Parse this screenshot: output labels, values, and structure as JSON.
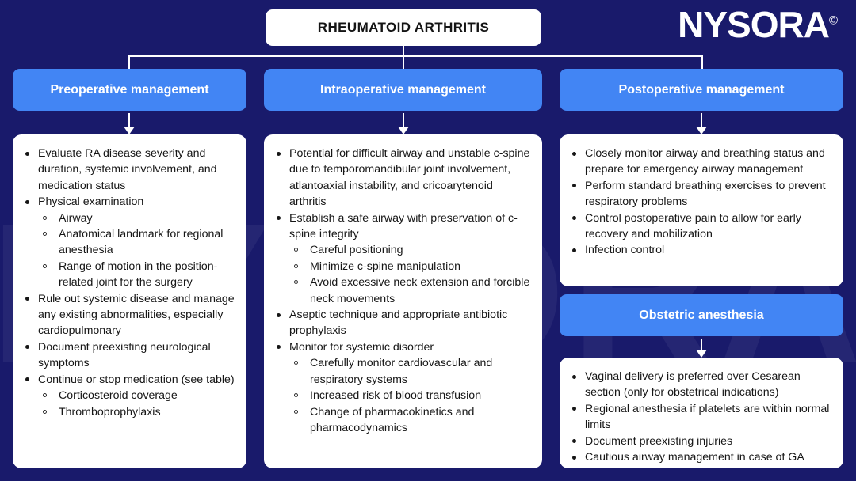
{
  "brand": {
    "name": "NYSORA",
    "copyright_mark": "©"
  },
  "watermark_text": "NYSORA",
  "root": {
    "title": "RHEUMATOID ARTHRITIS"
  },
  "colors": {
    "background": "#191a6b",
    "accent_blue": "#4285f4",
    "card": "#ffffff",
    "text": "#161616"
  },
  "columns": [
    {
      "header": "Preoperative management",
      "items": [
        {
          "text": "Evaluate RA disease severity and duration, systemic involvement, and medication status",
          "sub": []
        },
        {
          "text": "Physical examination",
          "sub": [
            "Airway",
            "Anatomical landmark for regional anesthesia",
            "Range of motion in the position-related joint for the surgery"
          ]
        },
        {
          "text": "Rule out systemic disease and manage any existing abnormalities, especially cardiopulmonary",
          "sub": []
        },
        {
          "text": "Document preexisting neurological symptoms",
          "sub": []
        },
        {
          "text": "Continue or stop medication (see table)",
          "sub": [
            "Corticosteroid coverage",
            "Thromboprophylaxis"
          ]
        }
      ]
    },
    {
      "header": "Intraoperative management",
      "items": [
        {
          "text": "Potential for difficult airway and unstable c-spine due to temporomandibular joint involvement, atlantoaxial instability, and cricoarytenoid arthritis",
          "sub": []
        },
        {
          "text": "Establish a safe airway with preservation of c-spine integrity",
          "sub": [
            "Careful positioning",
            "Minimize c-spine manipulation",
            "Avoid excessive neck extension and forcible neck movements"
          ]
        },
        {
          "text": "Aseptic technique and appropriate antibiotic prophylaxis",
          "sub": []
        },
        {
          "text": "Monitor for systemic disorder",
          "sub": [
            "Carefully monitor cardiovascular and respiratory systems",
            "Increased risk of blood transfusion",
            "Change of pharmacokinetics and pharmacodynamics"
          ]
        }
      ]
    },
    {
      "header": "Postoperative management",
      "items": [
        {
          "text": "Closely monitor airway and breathing status and prepare for emergency airway management",
          "sub": []
        },
        {
          "text": "Perform standard breathing exercises to prevent respiratory problems",
          "sub": []
        },
        {
          "text": "Control postoperative pain to allow for early recovery and mobilization",
          "sub": []
        },
        {
          "text": "Infection control",
          "sub": []
        }
      ]
    }
  ],
  "obstetric": {
    "header": "Obstetric anesthesia",
    "items": [
      {
        "text": "Vaginal delivery is preferred over Cesarean section (only for obstetrical indications)",
        "sub": []
      },
      {
        "text": "Regional anesthesia if platelets are within normal limits",
        "sub": []
      },
      {
        "text": "Document preexisting injuries",
        "sub": []
      },
      {
        "text": "Cautious airway management in case of GA",
        "sub": []
      }
    ]
  }
}
